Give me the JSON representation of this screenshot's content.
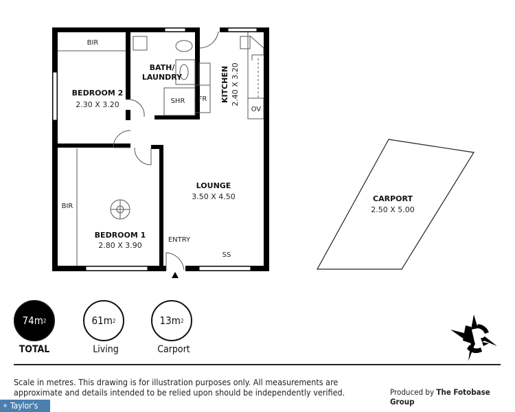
{
  "rooms": {
    "bir_top": "BIR",
    "bedroom2": {
      "name": "BEDROOM 2",
      "dims": "2.30 X 3.20"
    },
    "bath": {
      "name_line1": "BATH/",
      "name_line2": "LAUNDRY"
    },
    "shr": "SHR",
    "fr": "FR",
    "kitchen": {
      "name": "KITCHEN",
      "dims": "2.40 X 3.20"
    },
    "ov": "OV",
    "lounge": {
      "name": "LOUNGE",
      "dims": "3.50 X 4.50"
    },
    "bir_left": "BIR",
    "bedroom1": {
      "name": "BEDROOM 1",
      "dims": "2.80 X 3.90"
    },
    "entry": "ENTRY",
    "ss": "SS",
    "carport": {
      "name": "CARPORT",
      "dims": "2.50 X 5.00"
    }
  },
  "areas": [
    {
      "value": "74m",
      "sup": "2",
      "label": "TOTAL"
    },
    {
      "value": "61m",
      "sup": "2",
      "label": "Living"
    },
    {
      "value": "13m",
      "sup": "2",
      "label": "Carport"
    }
  ],
  "footer": {
    "disclaimer_line1": "Scale in metres. This drawing is for illustration purposes only. All measurements are",
    "disclaimer_line2": "approximate and details intended to be relied upon should be independently verified.",
    "produced_prefix": "Produced by",
    "produced_by": "The Fotobase Group",
    "logo_text": "Taylor's"
  },
  "colors": {
    "logo_bg": "#4a7fb0",
    "wall": "#000000"
  }
}
